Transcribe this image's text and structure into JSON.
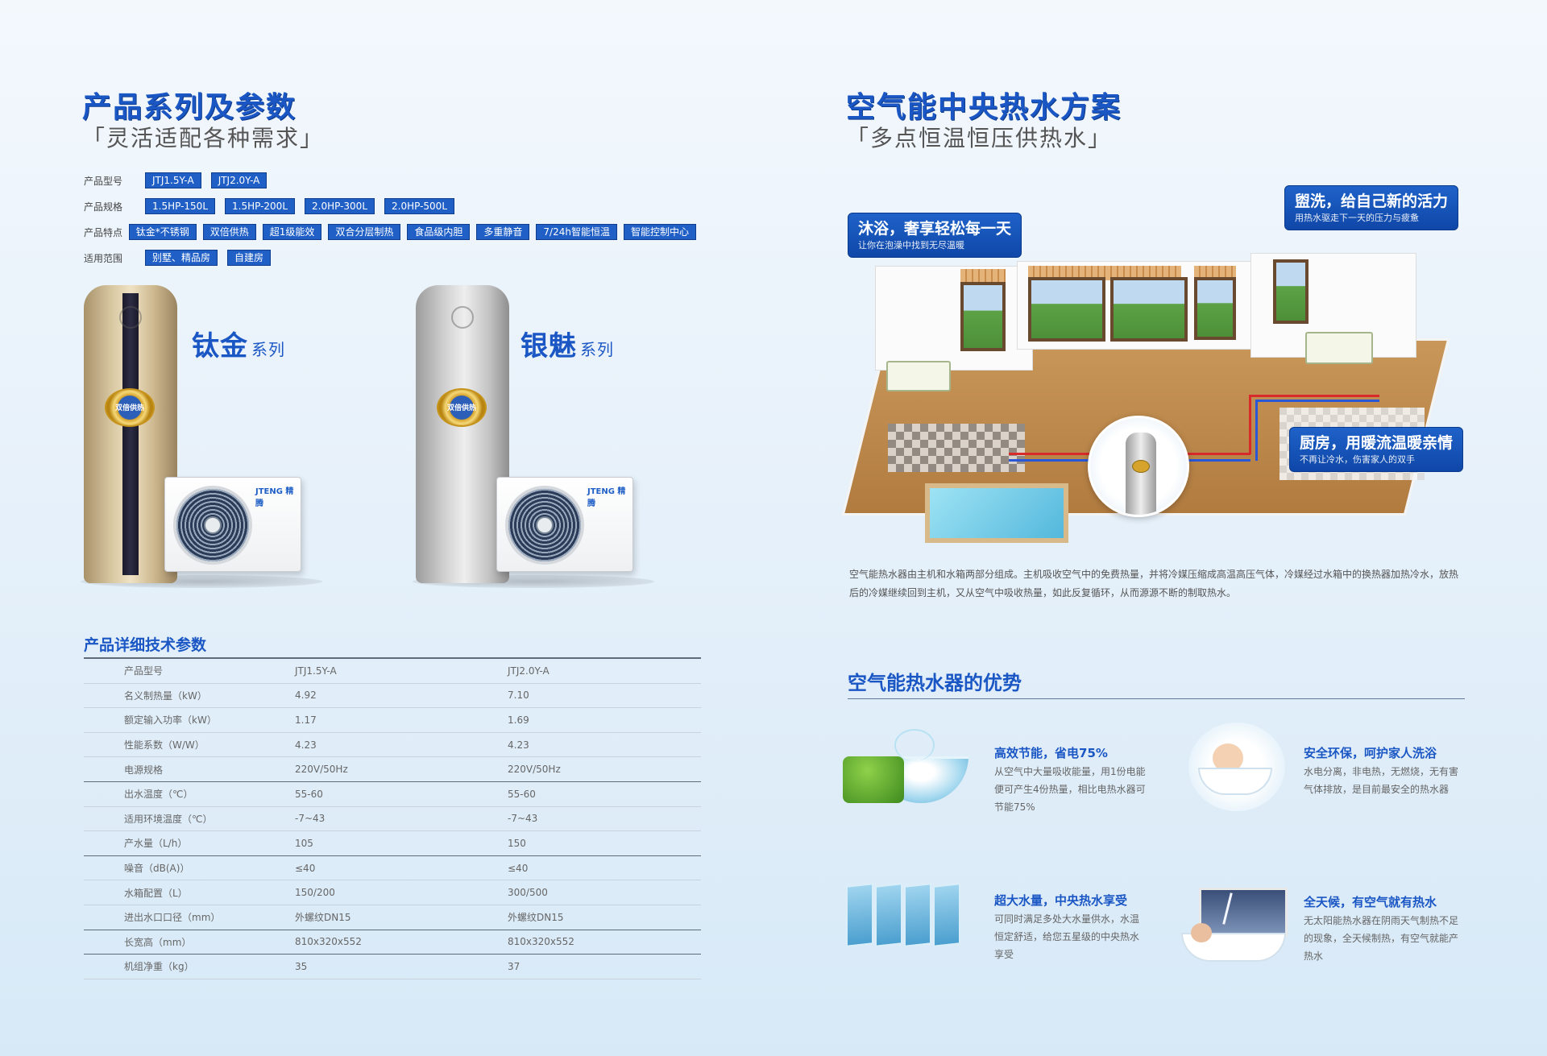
{
  "left": {
    "title": "产品系列及参数",
    "subtitle": "「灵活适配各种需求」",
    "specs": [
      {
        "label": "产品型号",
        "chips": [
          "JTJ1.5Y-A",
          "JTJ2.0Y-A"
        ]
      },
      {
        "label": "产品规格",
        "chips": [
          "1.5HP-150L",
          "1.5HP-200L",
          "2.0HP-300L",
          "2.0HP-500L"
        ]
      },
      {
        "label": "产品特点",
        "chips": [
          "钛金*不锈钢",
          "双倍供热",
          "超1级能效",
          "双合分层制热",
          "食品级内胆",
          "多重静音",
          "7/24h智能恒温",
          "智能控制中心"
        ]
      },
      {
        "label": "适用范围",
        "chips": [
          "别墅、精品房",
          "自建房"
        ]
      }
    ],
    "products": [
      {
        "series": "钛金",
        "suffix": "系列",
        "badge": "双倍供热",
        "brand": "JTENG 精腾"
      },
      {
        "series": "银魅",
        "suffix": "系列",
        "badge": "双倍供热",
        "brand": "JTENG 精腾"
      }
    ],
    "table_title": "产品详细技术参数",
    "table": [
      [
        "产品型号",
        "JTJ1.5Y-A",
        "JTJ2.0Y-A"
      ],
      [
        "名义制热量（kW）",
        "4.92",
        "7.10"
      ],
      [
        "额定输入功率（kW）",
        "1.17",
        "1.69"
      ],
      [
        "性能系数（W/W）",
        "4.23",
        "4.23"
      ],
      [
        "电源规格",
        "220V/50Hz",
        "220V/50Hz"
      ],
      [
        "出水温度（℃）",
        "55-60",
        "55-60"
      ],
      [
        "适用环境温度（℃）",
        "-7~43",
        "-7~43"
      ],
      [
        "产水量（L/h）",
        "105",
        "150"
      ],
      [
        "噪音（dB(A)）",
        "≤40",
        "≤40"
      ],
      [
        "水箱配置（L）",
        "150/200",
        "300/500"
      ],
      [
        "进出水口口径（mm）",
        "外螺纹DN15",
        "外螺纹DN15"
      ],
      [
        "长宽高（mm）",
        "810x320x552",
        "810x320x552"
      ],
      [
        "机组净重（kg）",
        "35",
        "37"
      ]
    ]
  },
  "right": {
    "title": "空气能中央热水方案",
    "subtitle": "「多点恒温恒压供热水」",
    "callouts": [
      {
        "title": "沐浴，奢享轻松每一天",
        "sub": "让你在泡澡中找到无尽温暖"
      },
      {
        "title": "盥洗，给自己新的活力",
        "sub": "用热水驱走下一天的压力与疲惫"
      },
      {
        "title": "厨房，用暖流温暖亲情",
        "sub": "不再让冷水，伤害家人的双手"
      }
    ],
    "description": "空气能热水器由主机和水箱两部分组成。主机吸收空气中的免费热量，并将冷媒压缩成高温高压气体，冷媒经过水箱中的换热器加热冷水，放热后的冷媒继续回到主机，又从空气中吸收热量，如此反复循环，从而源源不断的制取热水。",
    "advantages_title": "空气能热水器的优势",
    "advantages": [
      {
        "title": "高效节能，省电75%",
        "text": "从空气中大量吸收能量，用1份电能便可产生4份热量，相比电热水器可节能75%"
      },
      {
        "title": "安全环保，呵护家人洗浴",
        "text": "水电分离，非电热，无燃烧，无有害气体排放，是目前最安全的热水器"
      },
      {
        "title": "超大水量，中央热水享受",
        "text": "可同时满足多处大水量供水，水温恒定舒适，给您五星级的中央热水享受"
      },
      {
        "title": "全天候，有空气就有热水",
        "text": "无太阳能热水器在阴雨天气制热不足的现象，全天候制热，有空气就能产热水"
      }
    ]
  }
}
